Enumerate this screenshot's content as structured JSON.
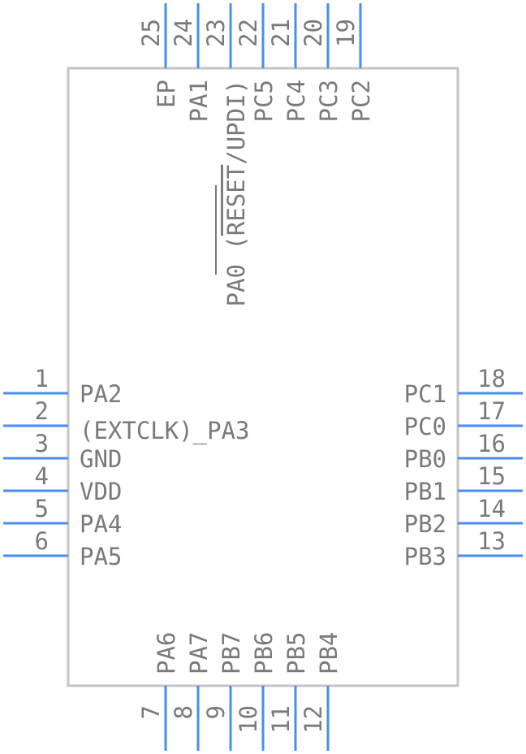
{
  "pins_left": [
    {
      "num": "1",
      "label": "PA2"
    },
    {
      "num": "2",
      "label": "(EXTCLK)_PA3"
    },
    {
      "num": "3",
      "label": "GND"
    },
    {
      "num": "4",
      "label": "VDD"
    },
    {
      "num": "5",
      "label": "PA4"
    },
    {
      "num": "6",
      "label": "PA5"
    }
  ],
  "pins_right": [
    {
      "num": "18",
      "label": "PC1"
    },
    {
      "num": "17",
      "label": "PC0"
    },
    {
      "num": "16",
      "label": "PB0"
    },
    {
      "num": "15",
      "label": "PB1"
    },
    {
      "num": "14",
      "label": "PB2"
    },
    {
      "num": "13",
      "label": "PB3"
    }
  ],
  "pins_top": [
    {
      "num": "25",
      "label": "EP"
    },
    {
      "num": "24",
      "label": "PA1"
    },
    {
      "num": "23",
      "label_prefix": "PA0 (",
      "label_overline": "RESET",
      "label_suffix": "/UPDI)"
    },
    {
      "num": "22",
      "label": "PC5"
    },
    {
      "num": "21",
      "label": "PC4"
    },
    {
      "num": "20",
      "label": "PC3"
    },
    {
      "num": "19",
      "label": "PC2"
    }
  ],
  "pins_bottom": [
    {
      "num": "7",
      "label": "PA6"
    },
    {
      "num": "8",
      "label": "PA7"
    },
    {
      "num": "9",
      "label": "PB7"
    },
    {
      "num": "10",
      "label": "PB6"
    },
    {
      "num": "11",
      "label": "PB5"
    },
    {
      "num": "12",
      "label": "PB4"
    }
  ],
  "colors": {
    "pin": "#4a8cf0",
    "body_stroke": "#c4c4c4",
    "text": "#7a7a7a"
  }
}
